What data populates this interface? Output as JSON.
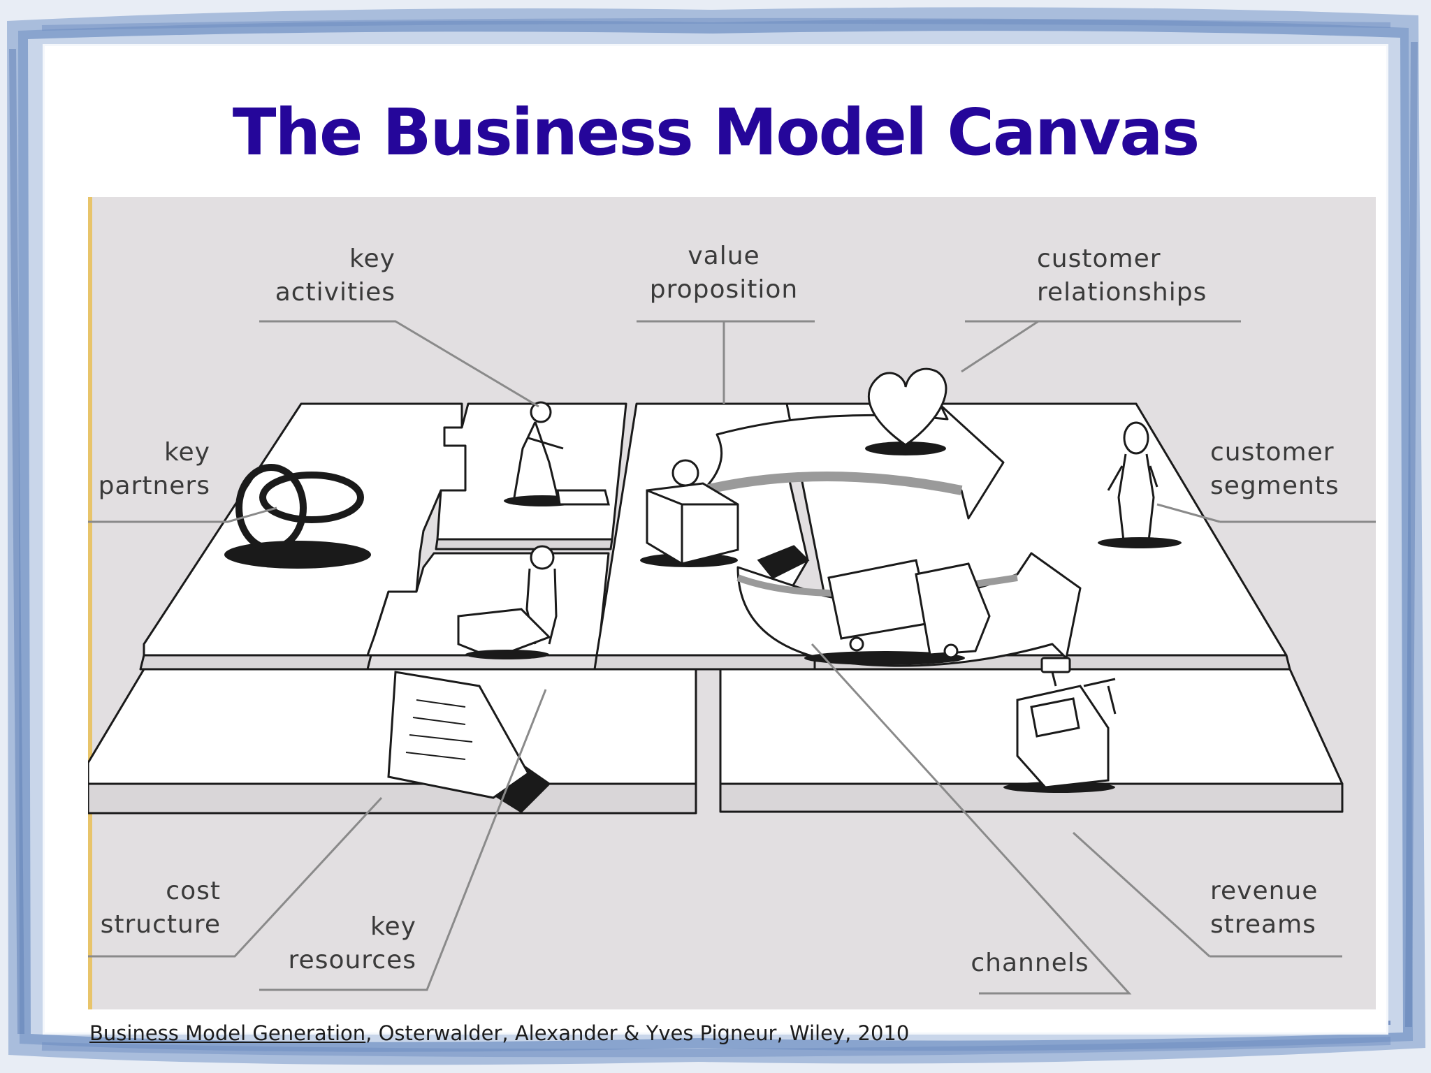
{
  "slide": {
    "title": "The Business Model Canvas"
  },
  "canvas": {
    "blocks": [
      {
        "id": "key-partners",
        "label_lines": [
          "key",
          "partners"
        ]
      },
      {
        "id": "key-activities",
        "label_lines": [
          "key",
          "activities"
        ]
      },
      {
        "id": "value-proposition",
        "label_lines": [
          "value",
          "proposition"
        ]
      },
      {
        "id": "customer-relationships",
        "label_lines": [
          "customer",
          "relationships"
        ]
      },
      {
        "id": "customer-segments",
        "label_lines": [
          "customer",
          "segments"
        ]
      },
      {
        "id": "cost-structure",
        "label_lines": [
          "cost",
          "structure"
        ]
      },
      {
        "id": "key-resources",
        "label_lines": [
          "key",
          "resources"
        ]
      },
      {
        "id": "channels",
        "label_lines": [
          "channels"
        ]
      },
      {
        "id": "revenue-streams",
        "label_lines": [
          "revenue",
          "streams"
        ]
      }
    ]
  },
  "citation": {
    "link_text": "Business Model Generation",
    "rest_text": ", Osterwalder, Alexander & Yves Pigneur, Wiley, 2010"
  },
  "colors": {
    "title": "#25069a",
    "frame_blue": "#8ba6cf",
    "diagram_bg": "#e2dfe1",
    "sketch": "#1a1a1a"
  }
}
